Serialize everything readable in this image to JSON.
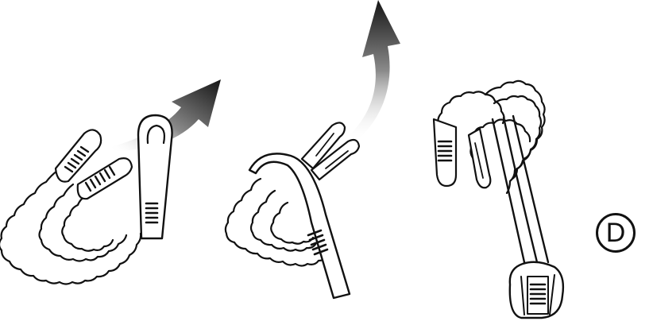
{
  "step_label": "D",
  "figures": [
    {
      "name": "lanyard-doubled-over"
    },
    {
      "name": "lanyard-folded-through-loop"
    },
    {
      "name": "lanyard-finished-girth-hitch"
    }
  ],
  "colors": {
    "ink": "#111111",
    "fill": "#ffffff",
    "arrow_dark": "#1e1e1e"
  }
}
